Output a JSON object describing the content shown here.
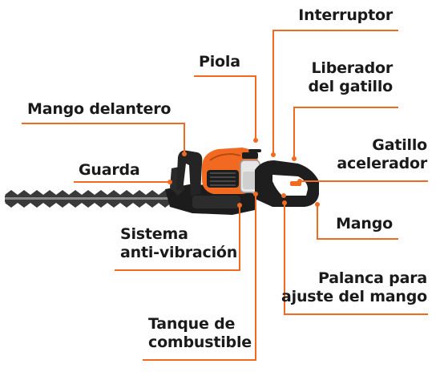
{
  "accent_color": "#f26a21",
  "labels": {
    "interruptor": "Interruptor",
    "piola": "Piola",
    "liberador_line1": "Liberador",
    "liberador_line2": "del gatillo",
    "mango_delantero": "Mango delantero",
    "gatillo_line1": "Gatillo",
    "gatillo_line2": "acelerador",
    "guarda": "Guarda",
    "mango": "Mango",
    "sistema_line1": "Sistema",
    "sistema_line2": "anti-vibración",
    "palanca_line1": "Palanca para",
    "palanca_line2": "ajuste del mango",
    "tanque_line1": "Tanque de",
    "tanque_line2": "combustible"
  }
}
